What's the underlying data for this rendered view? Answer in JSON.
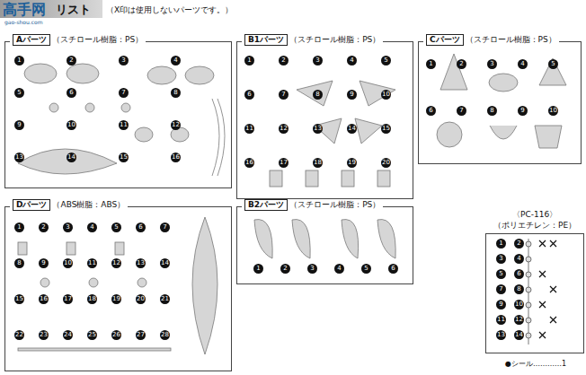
{
  "diagram": {
    "title": "リスト",
    "nodes": [
      {
        "text": [
          "Aパーツ",
          "（スチロール樹脂：PS）"
        ]
      },
      {
        "text": [
          "B1パーツ",
          "（スチロール樹脂：PS）"
        ]
      },
      {
        "text": [
          "Cパーツ",
          "（スチロール樹脂：PS）"
        ]
      },
      {
        "text": [
          "Dパーツ",
          "（ABS樹脂：ABS）"
        ]
      },
      {
        "text": [
          "B2パーツ",
          "（スチロール樹脂：PS）"
        ]
      },
      {
        "text": [
          "〈PC-116〉",
          "（ポリエチレン：PE）"
        ]
      }
    ],
    "edges": [],
    "labels": [
      "（X印は使用しないパーツです。）",
      "高手网",
      "gao-shou.com",
      "●シール…………1",
      "1",
      "2",
      "3",
      "4",
      "5",
      "6",
      "7",
      "8",
      "9",
      "10",
      "11",
      "12",
      "13",
      "14",
      "15",
      "16",
      "1",
      "2",
      "3",
      "4",
      "5",
      "6",
      "7",
      "8",
      "9",
      "10",
      "11",
      "12",
      "13",
      "14",
      "15",
      "16",
      "17",
      "18",
      "19",
      "20",
      "1",
      "2",
      "3",
      "4",
      "5",
      "6",
      "7",
      "8",
      "9",
      "10",
      "1",
      "2",
      "3",
      "4",
      "5",
      "6",
      "7",
      "8",
      "9",
      "10",
      "11",
      "12",
      "13",
      "14",
      "15",
      "16",
      "17",
      "18",
      "19",
      "20",
      "21",
      "22",
      "23",
      "24",
      "25",
      "26",
      "27",
      "28",
      "1",
      "2",
      "3",
      "4",
      "5",
      "6",
      "1",
      "2",
      "3",
      "4",
      "5",
      "6",
      "7",
      "8",
      "9",
      "10",
      "11",
      "12",
      "13",
      "14"
    ]
  }
}
